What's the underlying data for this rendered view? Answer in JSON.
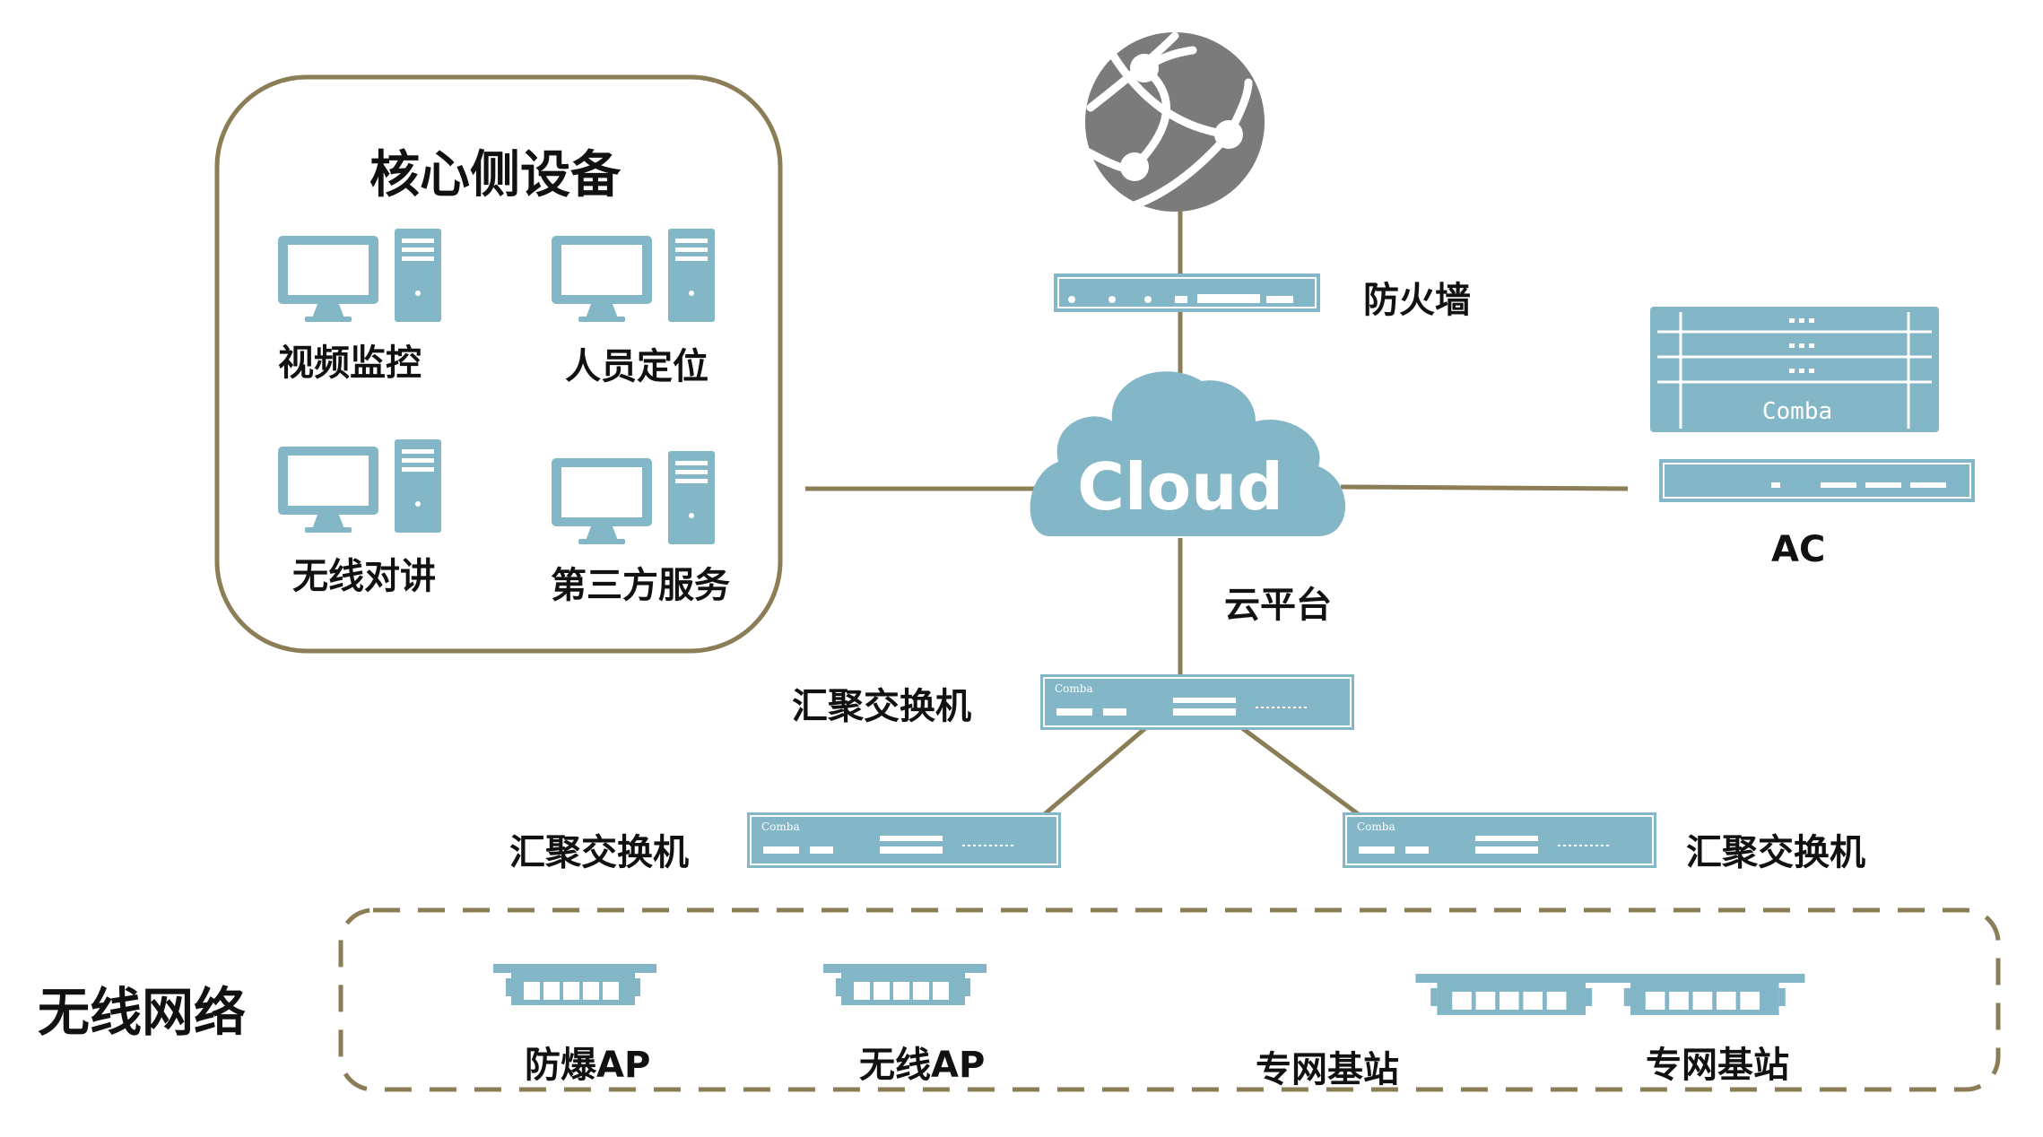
{
  "colors": {
    "device": "#83b6c6",
    "device_dark": "#5f9bb0",
    "line": "#8b7d55",
    "globe": "#7b7b7b",
    "text": "#111111"
  },
  "core_box": {
    "title": "核心侧设备",
    "items": [
      "视频监控",
      "人员定位",
      "无线对讲",
      "第三方服务"
    ]
  },
  "internet": {
    "icon": "globe-icon"
  },
  "firewall": {
    "label": "防火墙"
  },
  "cloud": {
    "text": "Cloud",
    "label": "云平台"
  },
  "ac": {
    "label": "AC",
    "brand": "Comba"
  },
  "switches": {
    "top": {
      "label": "汇聚交换机",
      "brand": "Comba"
    },
    "left": {
      "label": "汇聚交换机",
      "brand": "Comba"
    },
    "right": {
      "label": "汇聚交换机",
      "brand": "Comba"
    }
  },
  "wireless": {
    "title": "无线网络",
    "items": [
      "防爆AP",
      "无线AP",
      "专网基站",
      "专网基站"
    ]
  }
}
